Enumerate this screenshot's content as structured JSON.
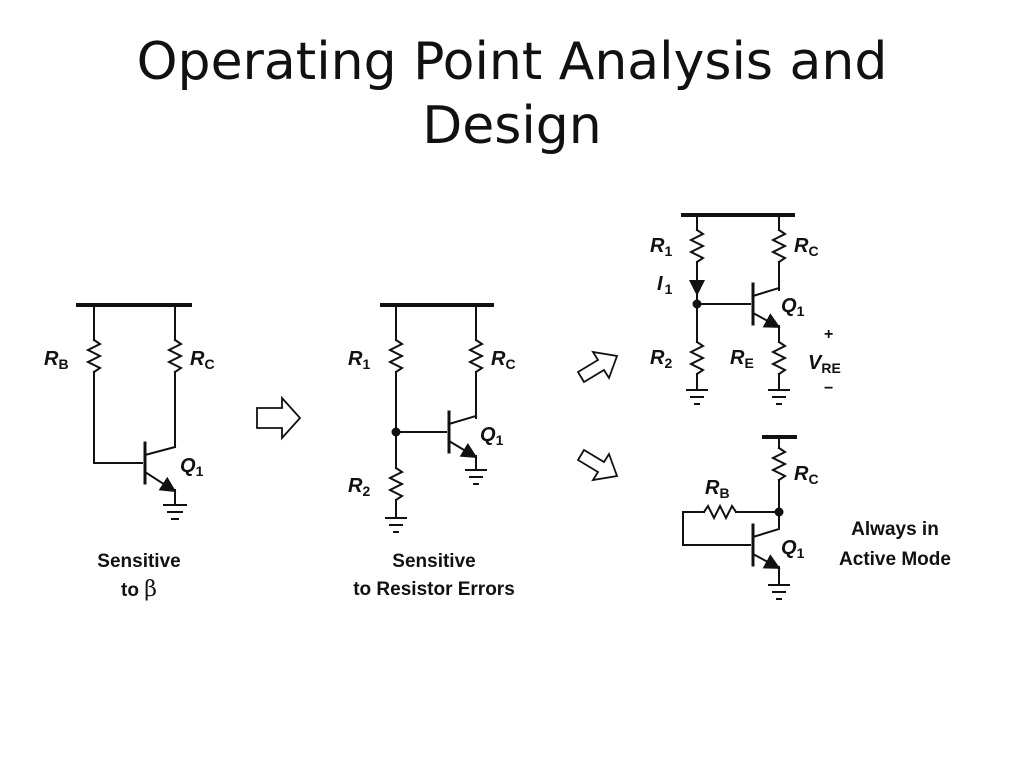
{
  "slide": {
    "title_line1": "Operating Point Analysis and",
    "title_line2": "Design"
  },
  "circuit_a": {
    "labels": {
      "rb": "R",
      "rb_sub": "B",
      "rc": "R",
      "rc_sub": "C",
      "q": "Q",
      "q_sub": "1"
    },
    "caption_line1": "Sensitive",
    "caption_line2_prefix": "to ",
    "caption_line2_symbol": "β"
  },
  "circuit_b": {
    "labels": {
      "r1": "R",
      "r1_sub": "1",
      "r2": "R",
      "r2_sub": "2",
      "rc": "R",
      "rc_sub": "C",
      "q": "Q",
      "q_sub": "1"
    },
    "caption_line1": "Sensitive",
    "caption_line2": "to Resistor Errors"
  },
  "circuit_c": {
    "labels": {
      "r1": "R",
      "r1_sub": "1",
      "i1": "I",
      "i1_sub": "1",
      "r2": "R",
      "r2_sub": "2",
      "rc": "R",
      "rc_sub": "C",
      "re": "R",
      "re_sub": "E",
      "q": "Q",
      "q_sub": "1",
      "vre": "V",
      "vre_sub": "RE",
      "plus": "+",
      "minus": "−"
    }
  },
  "circuit_d": {
    "labels": {
      "rb": "R",
      "rb_sub": "B",
      "rc": "R",
      "rc_sub": "C",
      "q": "Q",
      "q_sub": "1"
    },
    "note_line1": "Always in",
    "note_line2": "Active Mode"
  }
}
